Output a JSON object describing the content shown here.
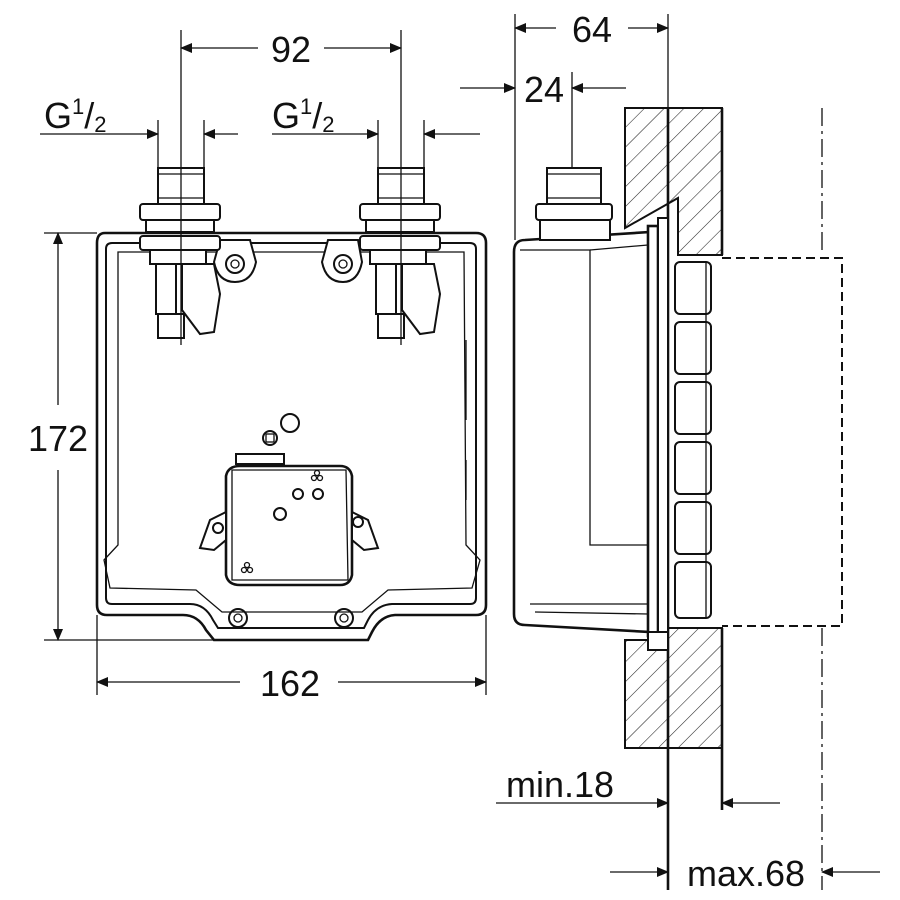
{
  "dimensions": {
    "pipe_spacing": "92",
    "thread_left": {
      "main": "G",
      "numerator": "1",
      "slash": "/",
      "denominator": "2"
    },
    "thread_right": {
      "main": "G",
      "numerator": "1",
      "slash": "/",
      "denominator": "2"
    },
    "height": "172",
    "width": "162",
    "depth_total": "64",
    "depth_front": "24",
    "wall_min": "min.18",
    "wall_max": "max.68"
  }
}
